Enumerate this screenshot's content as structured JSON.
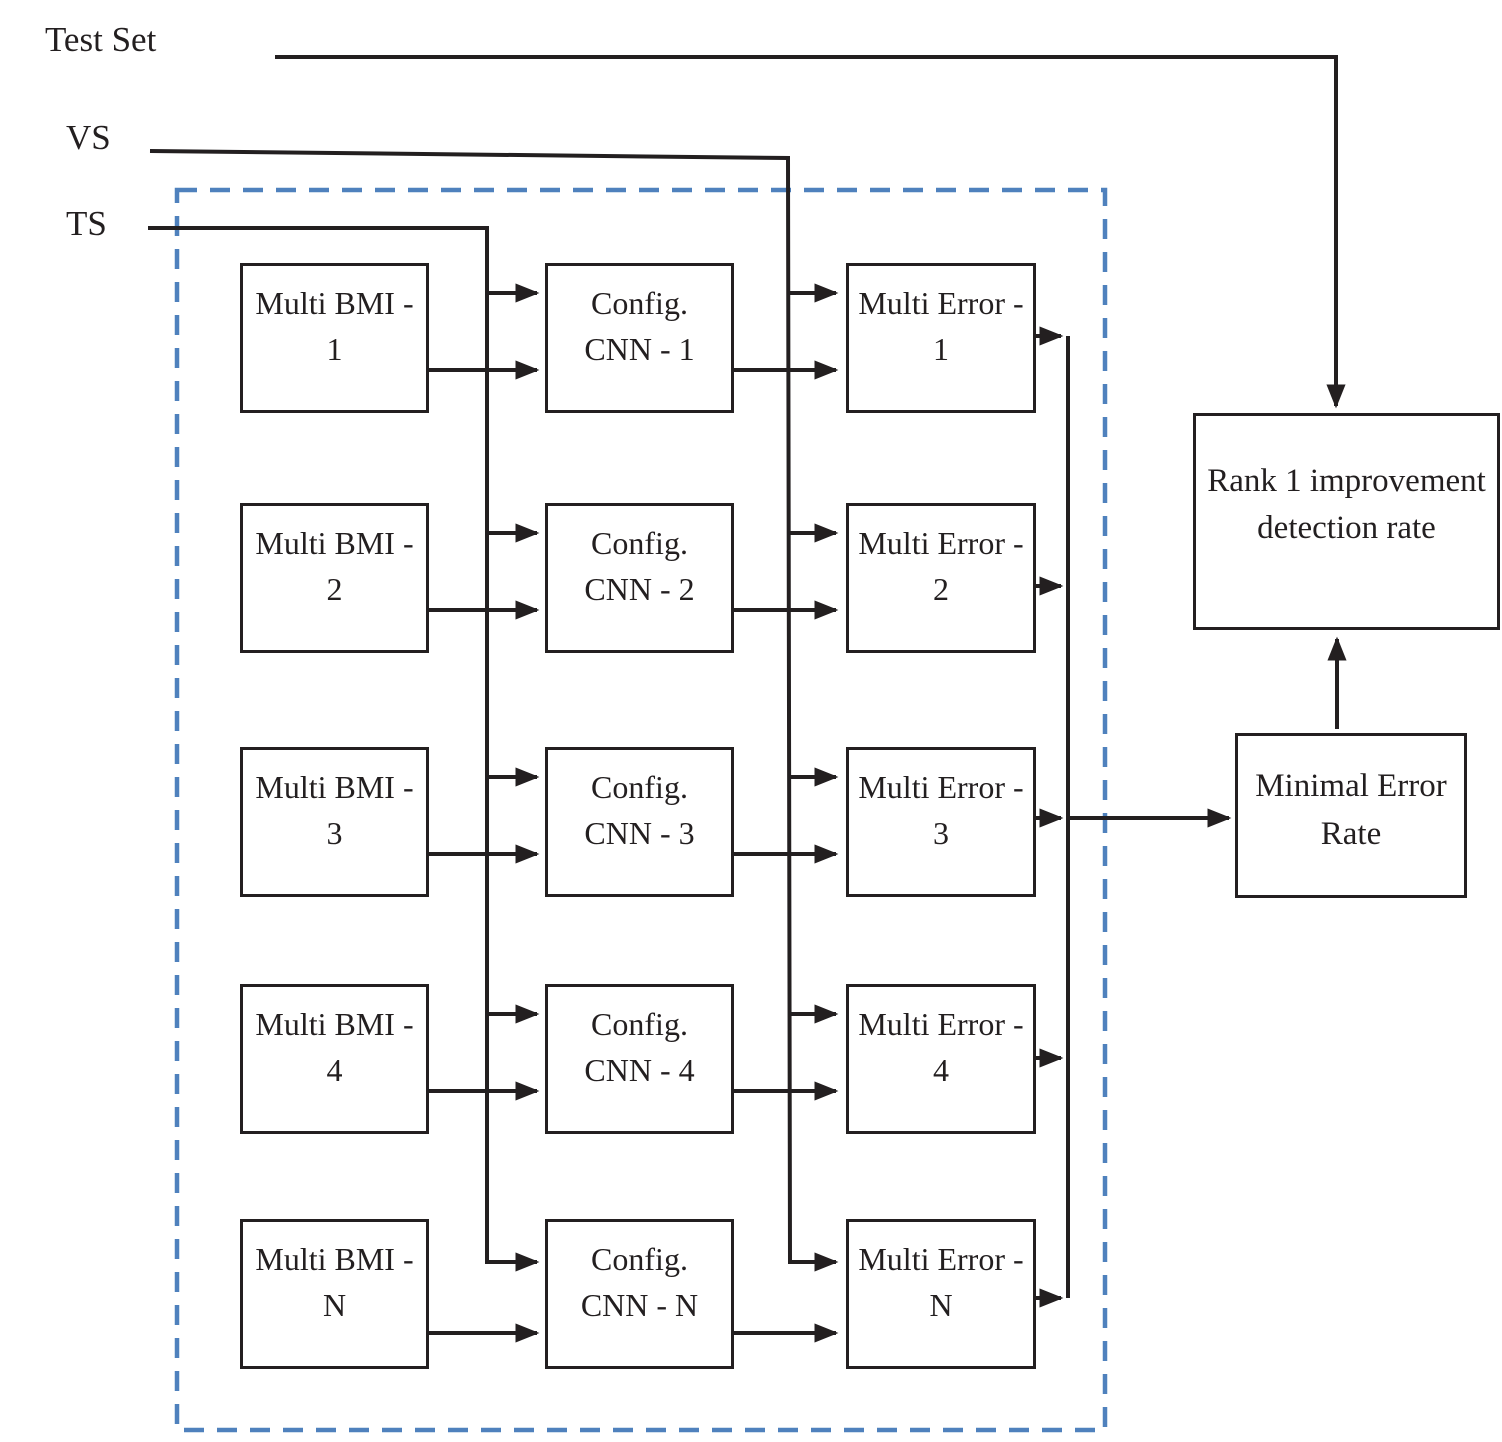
{
  "labels": {
    "test_set": "Test Set",
    "vs": "VS",
    "ts": "TS"
  },
  "rows": [
    {
      "bmi_line1": "Multi BMI -",
      "bmi_line2": "1",
      "cnn_line1": "Config.",
      "cnn_line2": "CNN - 1",
      "error_line1": "Multi Error - 1",
      "error_line2": ""
    },
    {
      "bmi_line1": "Multi BMI -",
      "bmi_line2": "2",
      "cnn_line1": "Config.",
      "cnn_line2": "CNN - 2",
      "error_line1": "Multi Error - 2",
      "error_line2": ""
    },
    {
      "bmi_line1": "Multi BMI -",
      "bmi_line2": "3",
      "cnn_line1": "Config.",
      "cnn_line2": "CNN - 3",
      "error_line1": "Multi Error - 3",
      "error_line2": ""
    },
    {
      "bmi_line1": "Multi BMI -",
      "bmi_line2": "4",
      "cnn_line1": "Config.",
      "cnn_line2": "CNN - 4",
      "error_line1": "Multi Error - 4",
      "error_line2": ""
    },
    {
      "bmi_line1": "Multi BMI -",
      "bmi_line2": "N",
      "cnn_line1": "Config.",
      "cnn_line2": "CNN - N",
      "error_line1": "Multi Error -",
      "error_line2": "N"
    }
  ],
  "results": {
    "rank1_line1": "Rank 1 improvement",
    "rank1_line2": "detection rate",
    "minimal_line1": "Minimal Error",
    "minimal_line2": "Rate"
  },
  "colors": {
    "container_dash": "#4f81bd",
    "connector": "#231f20"
  }
}
